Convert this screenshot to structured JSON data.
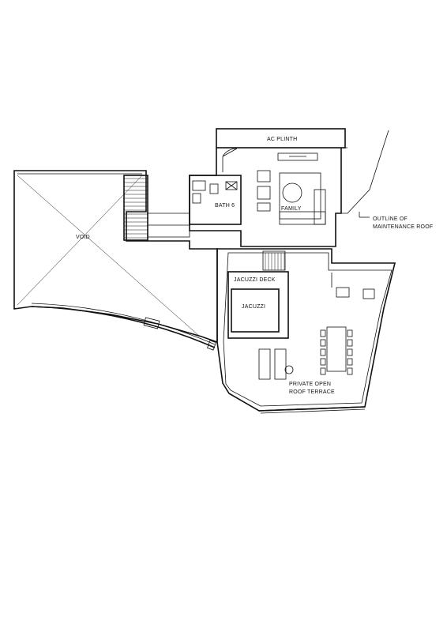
{
  "floor_plan": {
    "labels": {
      "ac_plinth": "AC PLINTH",
      "bath": "BATH 6",
      "family": "FAMILY",
      "void": "VOID",
      "maintenance_roof_line1": "OUTLINE OF",
      "maintenance_roof_line2": "MAINTENANCE ROOF",
      "jacuzzi_deck": "JACUZZI DECK",
      "jacuzzi": "JACUZZI",
      "terrace_line1": "PRIVATE OPEN",
      "terrace_line2": "ROOF TERRACE"
    },
    "colors": {
      "line": "#111111",
      "background": "#ffffff"
    }
  }
}
